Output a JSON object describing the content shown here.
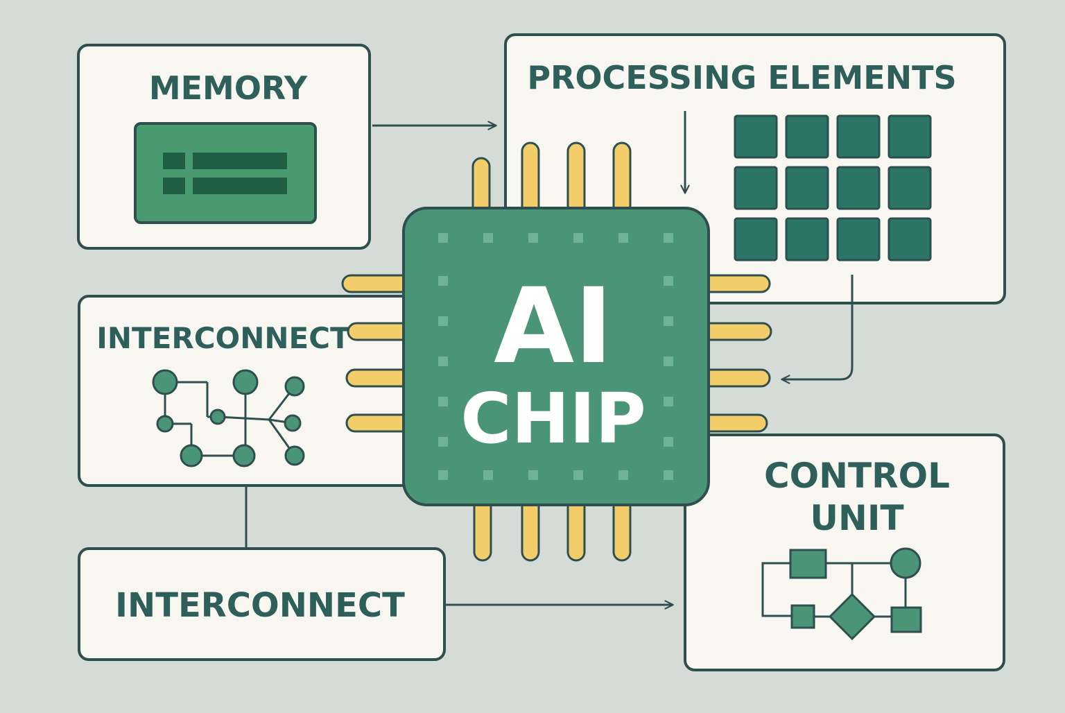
{
  "colors": {
    "background": "#d5dcd8",
    "panel": "#f7f6f1",
    "outline": "#2f4f4f",
    "chip": "#4a9477",
    "chip_dot": "#6fb394",
    "dark_teal": "#2b7566",
    "pin": "#f2cd6a",
    "memory_green": "#4a9a70",
    "memory_dark": "#1f5e45"
  },
  "memory": {
    "title": "MEMORY"
  },
  "processing": {
    "title": "PROCESSING ELEMENTS"
  },
  "interconnect_top": {
    "title": "INTERCONNECT"
  },
  "interconnect_bottom": {
    "title": "INTERCONNECT"
  },
  "control": {
    "title_line1": "CONTROL",
    "title_line2": "UNIT"
  },
  "chip": {
    "line1": "AI",
    "line2": "CHIP"
  }
}
